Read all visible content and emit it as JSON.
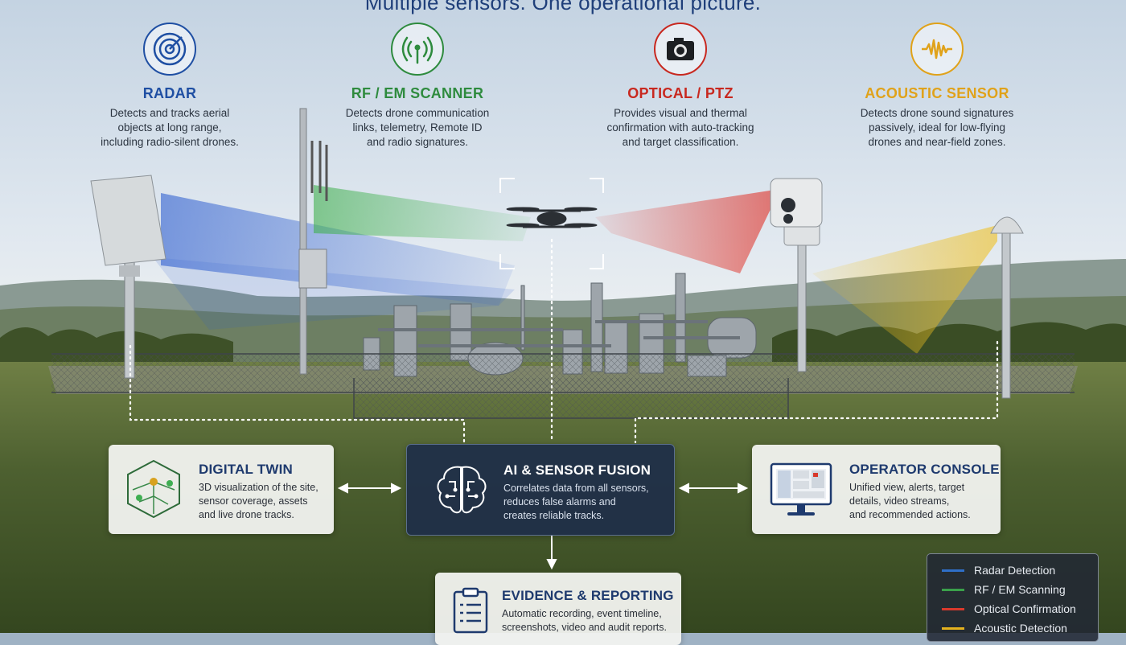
{
  "title": "Multiple sensors. One operational picture.",
  "colors": {
    "radar": "#1f4fa3",
    "rf": "#2e8b3e",
    "optical": "#c8281f",
    "acoustic": "#e0a21a",
    "navy": "#1e3a6e"
  },
  "sensors": [
    {
      "id": "radar",
      "icon": "radar-icon",
      "name": "RADAR",
      "desc": [
        "Detects and tracks aerial",
        "objects at long range,",
        "including radio-silent drones."
      ]
    },
    {
      "id": "rf",
      "icon": "rf-antenna-icon",
      "name": "RF / EM SCANNER",
      "desc": [
        "Detects drone communication",
        "links, telemetry, Remote ID",
        "and radio signatures."
      ]
    },
    {
      "id": "optical",
      "icon": "camera-icon",
      "name": "OPTICAL / PTZ",
      "desc": [
        "Provides visual and thermal",
        "confirmation with auto-tracking",
        "and target classification."
      ]
    },
    {
      "id": "acoustic",
      "icon": "sound-wave-icon",
      "name": "ACOUSTIC SENSOR",
      "desc": [
        "Detects drone sound signatures",
        "passively, ideal for low-flying",
        "drones and near-field zones."
      ]
    }
  ],
  "cards": {
    "digital_twin": {
      "icon": "digital-twin-cube-icon",
      "title": "DIGITAL TWIN",
      "desc": [
        "3D visualization of the site,",
        "sensor coverage, assets",
        "and live drone tracks."
      ]
    },
    "fusion": {
      "icon": "ai-brain-icon",
      "title": "AI & SENSOR FUSION",
      "desc": [
        "Correlates data from all sensors,",
        "reduces false alarms and",
        "creates reliable tracks."
      ]
    },
    "console": {
      "icon": "monitor-icon",
      "title": "OPERATOR CONSOLE",
      "desc": [
        "Unified view, alerts, target",
        "details, video streams,",
        "and recommended actions."
      ]
    },
    "evidence": {
      "icon": "clipboard-icon",
      "title": "EVIDENCE & REPORTING",
      "desc": [
        "Automatic recording, event timeline,",
        "screenshots, video and audit reports."
      ]
    }
  },
  "legend": [
    {
      "label": "Radar Detection",
      "color": "#2f6fc8"
    },
    {
      "label": "RF / EM Scanning",
      "color": "#3aa04a"
    },
    {
      "label": "Optical Confirmation",
      "color": "#d8392c"
    },
    {
      "label": "Acoustic Detection",
      "color": "#e4b21e"
    }
  ]
}
